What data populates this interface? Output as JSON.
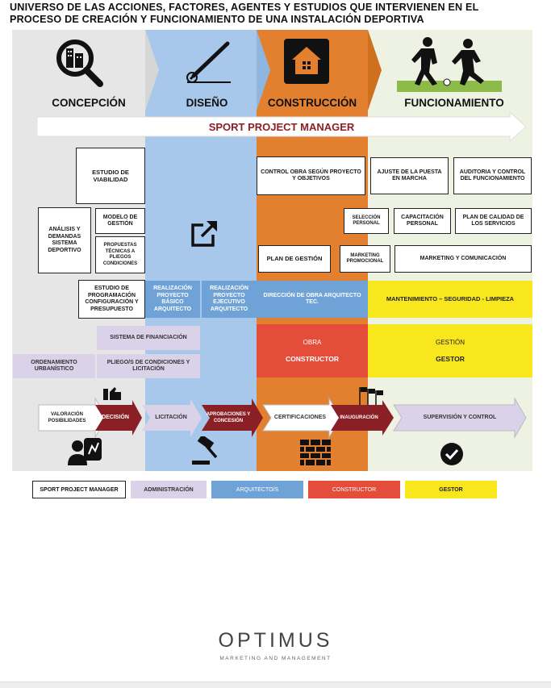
{
  "title": {
    "line1": "UNIVERSO DE LAS ACCIONES, FACTORES, AGENTES Y ESTUDIOS QUE INTERVIENEN EN EL",
    "line2": "PROCESO DE CREACIÓN Y FUNCIONAMIENTO DE UNA INSTALACIÓN DEPORTIVA"
  },
  "phases": [
    "CONCEPCIÓN",
    "DISEÑO",
    "CONSTRUCCIÓN",
    "FUNCIONAMIENTO"
  ],
  "banner": "SPORT PROJECT MANAGER",
  "boxes": {
    "estudio_viabilidad": "ESTUDIO DE VIABILIDAD",
    "analisis": "ANÁLISIS Y DEMANDAS SISTEMA DEPORTIVO",
    "modelo_gestion": "MODELO DE GESTIÓN",
    "propuestas": "PROPUESTAS TÉCNICAS A PLIEGOS CONDICIONES",
    "estudio_programacion": "ESTUDIO DE PROGRAMACIÓN CONFIGURACIÓN Y PRESUPUESTO",
    "control_obra": "CONTROL OBRA SEGÚN PROYECTO Y OBJETIVOS",
    "plan_gestion": "PLAN DE GESTIÓN",
    "ajuste_puesta": "AJUSTE DE LA PUESTA EN MARCHA",
    "auditoria": "AUDITORIA Y CONTROL DEL FUNCIONAMIENTO",
    "seleccion_personal": "SELECCIÓN PERSONAL",
    "capacitacion": "CAPACITACIÓN PERSONAL",
    "plan_calidad": "PLAN DE CALIDAD DE LOS SERVICIOS",
    "marketing_promocional": "MARKETING PROMOCIONAL",
    "marketing_comunicacion": "MARKETING Y COMUNICACIÓN"
  },
  "bands": {
    "basico": "REALIZACIÓN PROYECTO BÁSICO ARQUITECTO",
    "ejecutivo": "REALIZACIÓN PROYECTO EJECUTIVO ARQUITECTO",
    "direccion_obra": "DIRECCIÓN DE OBRA ARQUITECTO TEC.",
    "mantenimiento": "MANTENIMIENTO – SEGURIDAD - LIMPIEZA",
    "sistema_financiacion": "SISTEMA DE FINANCIACIÓN",
    "ordenamiento": "ORDENAMIENTO URBANÍSTICO",
    "pliegos": "PLIEGO/S DE CONDICIONES Y LICITACIÓN",
    "obra": "OBRA",
    "constructor": "CONSTRUCTOR",
    "gestion": "GESTIÓN",
    "gestor": "GESTOR"
  },
  "process": [
    "VALORACIÓN POSIBILIDADES",
    "DECISIÓN",
    "LICITACIÓN",
    "APROBACIONES Y CONCESIÓN",
    "CERTIFICACIONES",
    "INAUGURACIÓN",
    "SUPERVISIÓN Y CONTROL"
  ],
  "legend": [
    "SPORT PROJECT MANAGER",
    "ADMINISTRACIÓN",
    "ARQUITECTO/S",
    "CONSTRUCTOR",
    "GESTOR"
  ],
  "logo": {
    "name": "OPTIMUS",
    "tagline": "MARKETING AND MANAGEMENT"
  },
  "colors": {
    "concepcion": "#e6e6e6",
    "diseno": "#a7c8ea",
    "construccion": "#e2802f",
    "funcionamiento": "#eef2e3",
    "admin": "#d9d2e9",
    "arquitecto": "#6fa3d7",
    "constructor": "#e34d3a",
    "gestor": "#f8e71c",
    "process_dark": "#8b1f26",
    "banner_text": "#8b1f26"
  }
}
